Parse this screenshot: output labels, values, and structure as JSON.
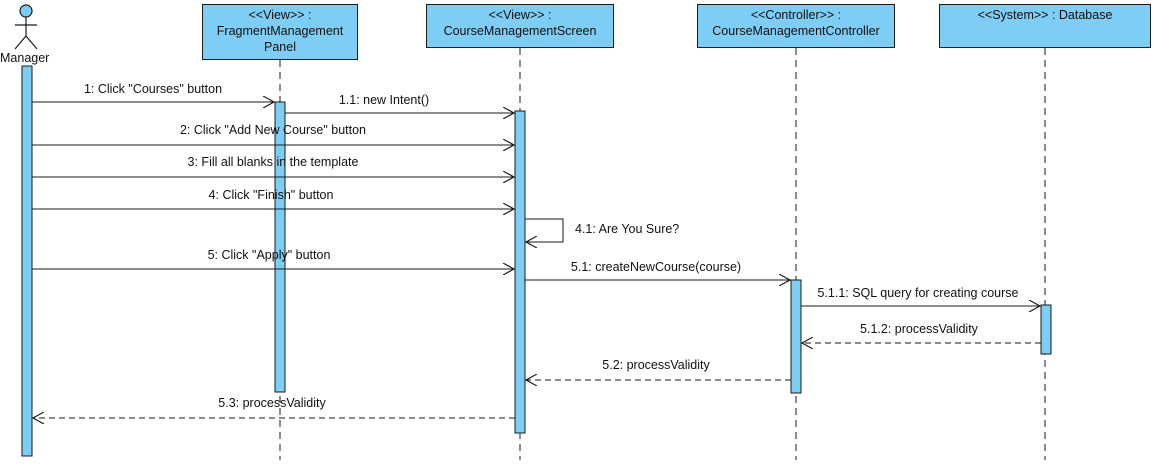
{
  "diagram": {
    "actor": {
      "name": "Manager"
    },
    "lifelines": [
      {
        "id": "fmp",
        "line1": "<<View>> :",
        "line2": "FragmentManagement",
        "line3": "Panel"
      },
      {
        "id": "cms",
        "line1": "<<View>> :",
        "line2": "CourseManagementScreen"
      },
      {
        "id": "cmc",
        "line1": "<<Controller>> :",
        "line2": "CourseManagementController"
      },
      {
        "id": "db",
        "line1": "<<System>> : Database"
      }
    ],
    "messages": [
      {
        "id": "m1",
        "label": "1: Click \"Courses\" button"
      },
      {
        "id": "m1_1",
        "label": "1.1: new Intent()"
      },
      {
        "id": "m2",
        "label": "2: Click \"Add New Course\" button"
      },
      {
        "id": "m3",
        "label": "3: Fill all blanks in the template"
      },
      {
        "id": "m4",
        "label": "4: Click \"Finish\" button"
      },
      {
        "id": "m4_1",
        "label": "4.1: Are You Sure?"
      },
      {
        "id": "m5",
        "label": "5: Click \"Apply\" button"
      },
      {
        "id": "m5_1",
        "label": "5.1: createNewCourse(course)"
      },
      {
        "id": "m5_1_1",
        "label": "5.1.1: SQL query for creating course"
      },
      {
        "id": "m5_1_2",
        "label": "5.1.2: processValidity"
      },
      {
        "id": "m5_2",
        "label": "5.2: processValidity"
      },
      {
        "id": "m5_3",
        "label": "5.3: processValidity"
      }
    ],
    "colors": {
      "box_fill": "#7ecdf4",
      "stroke": "#1a1a1a"
    }
  }
}
